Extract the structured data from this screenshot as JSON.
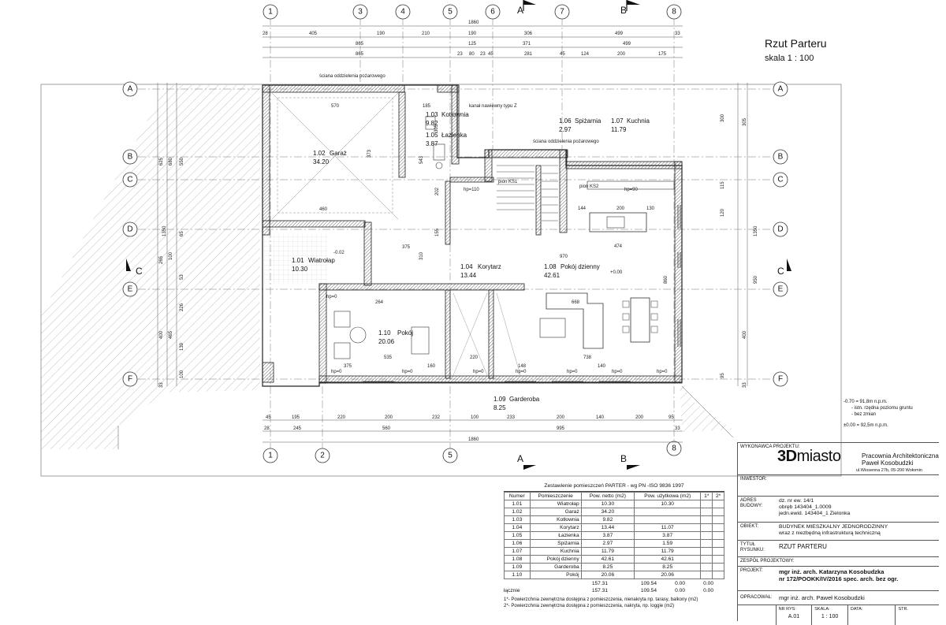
{
  "drawing": {
    "title": "Rzut Parteru",
    "scale": "skala 1 : 100"
  },
  "axes": {
    "top_numbers": [
      "1",
      "3",
      "4",
      "5",
      "6",
      "7",
      "8"
    ],
    "bottom_numbers": [
      "1",
      "2",
      "5",
      "8"
    ],
    "rows": [
      "A",
      "B",
      "C",
      "D",
      "E",
      "F"
    ],
    "section_a": "A",
    "section_b": "B",
    "section_c": "C"
  },
  "top_dims": {
    "overall": "1860",
    "row1": [
      "28",
      "405",
      "190",
      "210",
      "190",
      "306",
      "499",
      "33"
    ],
    "row2": [
      "865",
      "125",
      "371",
      "499"
    ],
    "row3": [
      "865",
      "23",
      "80",
      "23",
      "45",
      "281",
      "45",
      "124",
      "200",
      "175"
    ]
  },
  "bottom_dims": {
    "row1": [
      "45",
      "195",
      "220",
      "200",
      "232",
      "100",
      "233",
      "200",
      "140",
      "200",
      "95"
    ],
    "row2": [
      "28",
      "245",
      "560",
      "995",
      "33"
    ],
    "overall": "1860"
  },
  "left_dims": [
    "1350",
    "625",
    "680",
    "550",
    "265",
    "100",
    "465",
    "400",
    "226",
    "139",
    "100",
    "53",
    "65",
    "33"
  ],
  "right_dims": [
    "300",
    "305",
    "1350",
    "115",
    "120",
    "950",
    "860",
    "400",
    "95",
    "33"
  ],
  "rooms": [
    {
      "num": "1.01",
      "name": "Wiatrołap",
      "area": "10.30"
    },
    {
      "num": "1.02",
      "name": "Garaż",
      "area": "34.20"
    },
    {
      "num": "1.03",
      "name": "Kotłownia",
      "area": "9.82"
    },
    {
      "num": "1.04",
      "name": "Korytarz",
      "area": "13.44"
    },
    {
      "num": "1.05",
      "name": "Łazienka",
      "area": "3.87"
    },
    {
      "num": "1.06",
      "name": "Spiżarnia",
      "area": "2.97"
    },
    {
      "num": "1.07",
      "name": "Kuchnia",
      "area": "11.79"
    },
    {
      "num": "1.08",
      "name": "Pokój dzienny",
      "area": "42.61"
    },
    {
      "num": "1.09",
      "name": "Garderoba",
      "area": "8.25"
    },
    {
      "num": "1.10",
      "name": "Pokój",
      "area": "20.06"
    }
  ],
  "notes": {
    "fire_wall_top": "ściana oddzielenia pożarowego",
    "fire_wall_mid": "ściana oddzielenia pożarowego",
    "vent_channel": "kanał nawiewny typu Z",
    "pion_ks1": "pion KS1",
    "pion_ks2": "pion KS2",
    "level_minus": "-0.02",
    "level_zero": "+0.00",
    "hp0": "hp=0",
    "hp90": "hp=90",
    "hp110": "hp=110",
    "inner_dims": [
      "570",
      "185",
      "460",
      "375",
      "970",
      "474",
      "144",
      "200",
      "130",
      "264",
      "535",
      "738",
      "668",
      "160",
      "220",
      "148",
      "140",
      "375",
      "373",
      "305",
      "543",
      "202",
      "310",
      "155"
    ]
  },
  "legend": {
    "line1": "-0.70 = 91,8m n.p.m.",
    "line2": "- istn. rzędna poziomu gruntu",
    "line3": "- bez zmian",
    "line4": "±0.00 = 92,5m n.p.m."
  },
  "schedule": {
    "caption": "Zestawienie pomieszczeń PARTER - wg PN -ISO 9836 1997",
    "headers": [
      "Numer",
      "Pomieszczenie",
      "Pow. netto (m2)",
      "Pow. użytkowa (m2)",
      "1*",
      "2*"
    ],
    "rows": [
      [
        "1.01",
        "Wiatrołap",
        "10.30",
        "10.30",
        "",
        ""
      ],
      [
        "1.02",
        "Garaż",
        "34.20",
        "",
        "",
        ""
      ],
      [
        "1.03",
        "Kotłownia",
        "9.82",
        "",
        "",
        ""
      ],
      [
        "1.04",
        "Korytarz",
        "13.44",
        "11.07",
        "",
        ""
      ],
      [
        "1.05",
        "Łazienka",
        "3.87",
        "3.87",
        "",
        ""
      ],
      [
        "1.06",
        "Spiżarnia",
        "2.97",
        "1.59",
        "",
        ""
      ],
      [
        "1.07",
        "Kuchnia",
        "11.79",
        "11.79",
        "",
        ""
      ],
      [
        "1.08",
        "Pokój dzienny",
        "42.61",
        "42.61",
        "",
        ""
      ],
      [
        "1.09",
        "Garderoba",
        "8.25",
        "8.25",
        "",
        ""
      ],
      [
        "1.10",
        "Pokój",
        "20.06",
        "20.06",
        "",
        ""
      ]
    ],
    "subtotal": [
      "",
      "157.31",
      "109.54",
      "0.00",
      "0.00"
    ],
    "total": [
      "łącznie",
      "157.31",
      "109.54",
      "0.00",
      "0.00"
    ],
    "footnote1": "1*- Powierzchnia zewnętrzna dostępna z pomieszczenia, nienakryta np. tarasy, balkony (m2)",
    "footnote2": "2*- Powierzchnia zewnętrzna dostępna z pomieszczenia, nakryta, np. loggie (m2)"
  },
  "titleblock": {
    "contractor_label": "WYKONAWCA PROJEKTU:",
    "logo_bold": "3D",
    "logo_thin": "miasto",
    "firm_line1": "Pracownia Architektoniczna",
    "firm_line2": "Paweł Kosobudzki",
    "firm_addr": "ul.Wiosenna 27b, 05-200 Wołomin",
    "investor_label": "INWESTOR:",
    "address_label": "ADRES BUDOWY:",
    "address_lines": [
      "dz. nr ew. 14/1",
      "obręb 143404_1.0009",
      "jedn.ewid. 143404_1  Zielonka"
    ],
    "object_label": "OBIEKT:",
    "object_lines": [
      "BUDYNEK MIESZKALNY JEDNORODZINNY",
      "wraz z niezbędną infrastrukturą techniczną"
    ],
    "drawing_title_label": "TYTUŁ RYSUNKU:",
    "drawing_title": "RZUT PARTERU",
    "team_label": "ZESPÓŁ PROJEKTOWY:",
    "designer_label": "PROJEKT:",
    "designer_lines": [
      "mgr inż. arch. Katarzyna Kosobudzka",
      "nr 172/POOKK/IV/2016 spec. arch. bez ogr."
    ],
    "drafter_label": "OPRACOWAŁ:",
    "drafter": "mgr inż. arch. Paweł Kosobudzki",
    "nr_label": "NR RYS:",
    "nr_value": "A.01",
    "scale_label": "SKALA:",
    "scale_value": "1 : 100",
    "date_label": "DATA:",
    "date_value": "",
    "page_label": "STR.",
    "page_value": ""
  }
}
